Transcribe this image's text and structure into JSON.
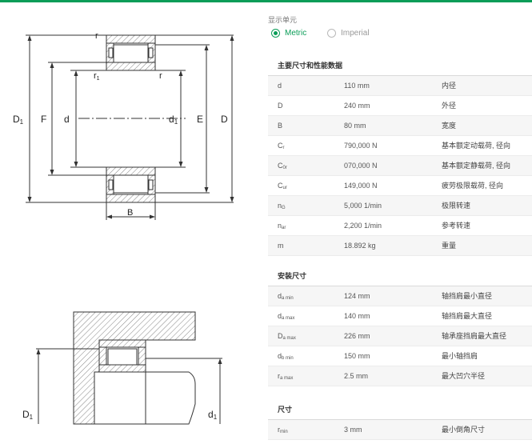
{
  "units": {
    "label": "显示单元",
    "options": [
      {
        "label": "Metric",
        "selected": true
      },
      {
        "label": "Imperial",
        "selected": false
      }
    ]
  },
  "diagram_labels": {
    "r": "r",
    "r1": "r",
    "r1_sub": "1",
    "D1": "D",
    "D1_sub": "1",
    "F": "F",
    "d": "d",
    "d1": "d",
    "d1_sub": "1",
    "E": "E",
    "D": "D",
    "B": "B"
  },
  "mount_labels": {
    "D1": "D",
    "D1_sub": "1",
    "d1": "d",
    "d1_sub": "1"
  },
  "dimensions": {
    "title": "主要尺寸和性能数据",
    "rows": [
      {
        "sym": "d",
        "sub": "",
        "val": "110 mm",
        "desc": "内径"
      },
      {
        "sym": "D",
        "sub": "",
        "val": "240 mm",
        "desc": "外径"
      },
      {
        "sym": "B",
        "sub": "",
        "val": "80 mm",
        "desc": "宽度"
      },
      {
        "sym": "C",
        "sub": "r",
        "val": "790,000 N",
        "desc": "基本额定动载荷, 径向"
      },
      {
        "sym": "C",
        "sub": "0r",
        "val": "070,000 N",
        "desc": "基本额定静载荷, 径向"
      },
      {
        "sym": "C",
        "sub": "ur",
        "val": "149,000 N",
        "desc": "疲劳极限载荷, 径向"
      },
      {
        "sym": "n",
        "sub": "G",
        "val": "5,000 1/min",
        "desc": "极限转速"
      },
      {
        "sym": "n",
        "sub": "ar",
        "val": "2,200 1/min",
        "desc": "参考转速"
      },
      {
        "sym": "m",
        "sub": "",
        "val": "18.892 kg",
        "desc": "重量"
      }
    ]
  },
  "mounting": {
    "title": "安装尺寸",
    "rows": [
      {
        "sym": "d",
        "sub": "a min",
        "val": "124 mm",
        "desc": "轴挡肩最小直径"
      },
      {
        "sym": "d",
        "sub": "a max",
        "val": "140 mm",
        "desc": "轴挡肩最大直径"
      },
      {
        "sym": "D",
        "sub": "a max",
        "val": "226 mm",
        "desc": "轴承座挡肩最大直径"
      },
      {
        "sym": "d",
        "sub": "b min",
        "val": "150 mm",
        "desc": "最小轴挡肩"
      },
      {
        "sym": "r",
        "sub": "a max",
        "val": "2.5 mm",
        "desc": "最大凹穴半径"
      }
    ]
  },
  "size": {
    "title": "尺寸",
    "rows": [
      {
        "sym": "r",
        "sub": "min",
        "val": "3 mm",
        "desc": "最小倒角尺寸"
      }
    ]
  },
  "colors": {
    "accent": "#0b9d58"
  }
}
